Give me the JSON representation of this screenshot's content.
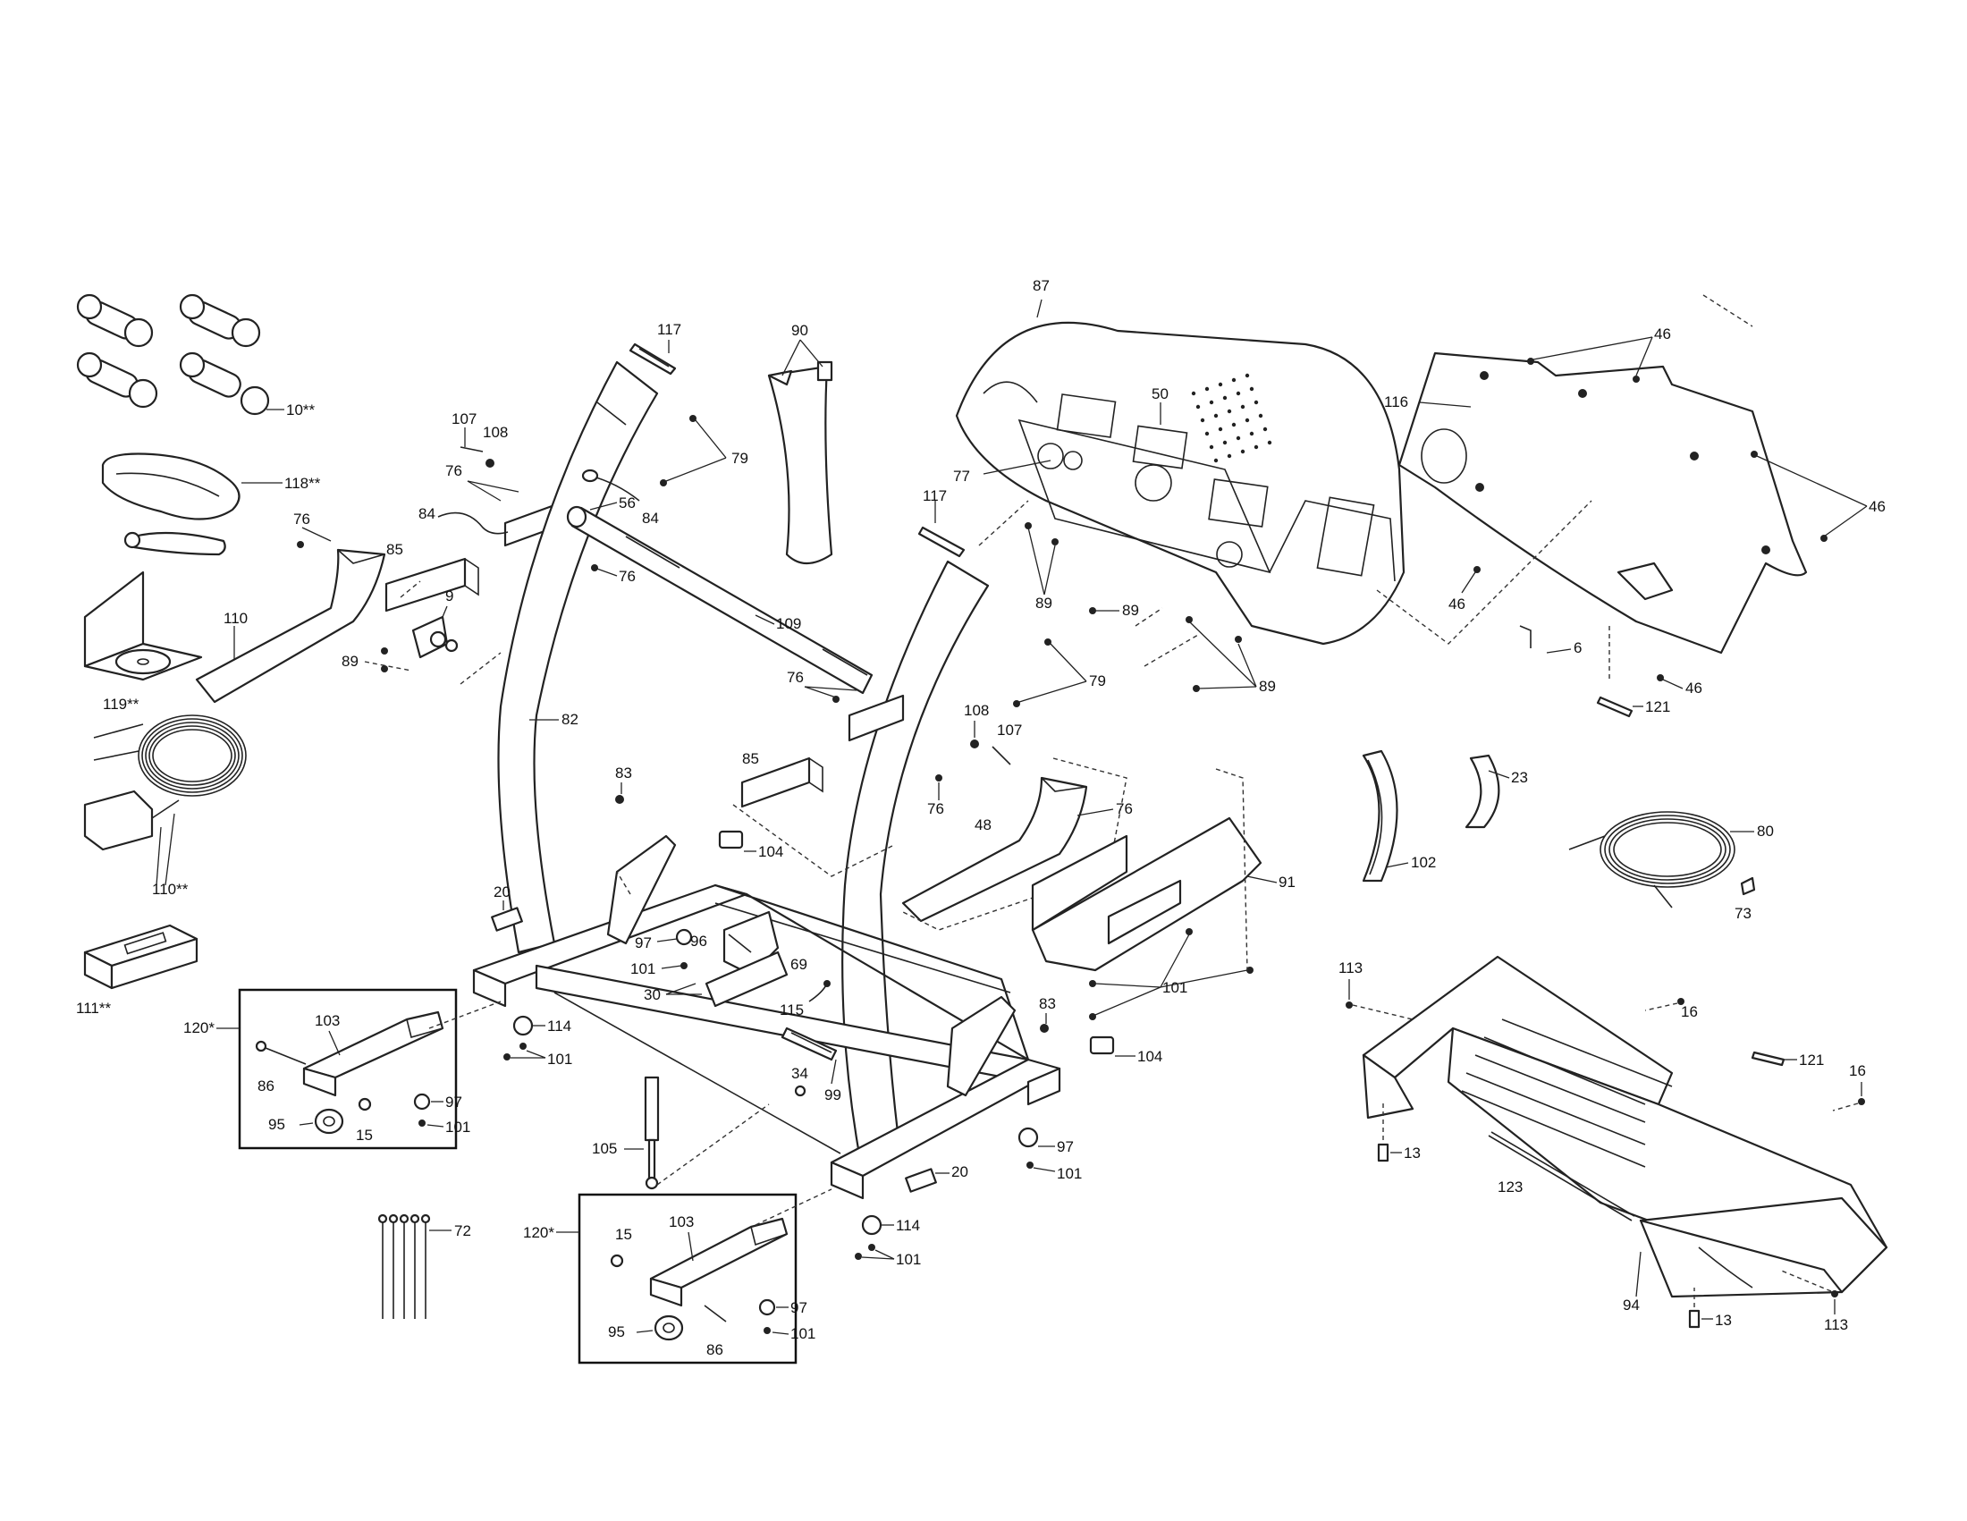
{
  "callouts": {
    "c87": "87",
    "c90": "90",
    "c117a": "117",
    "c117b": "117",
    "c107a": "107",
    "c108a": "108",
    "c79a": "79",
    "c79b": "79",
    "c50": "50",
    "c77": "77",
    "c116": "116",
    "c46a": "46",
    "c46b": "46",
    "c46c": "46",
    "c46d": "46",
    "c10": "10**",
    "c118": "118**",
    "c76a": "76",
    "c76b": "76",
    "c76c": "76",
    "c76d": "76",
    "c76e": "76",
    "c84a": "84",
    "c84b": "84",
    "c56": "56",
    "c85a": "85",
    "c85b": "85",
    "c9": "9",
    "c110a": "110",
    "c119": "119**",
    "c89a": "89",
    "c89b": "89",
    "c89c": "89",
    "c89d": "89",
    "c82": "82",
    "c109": "109",
    "c6": "6",
    "c121a": "121",
    "c121b": "121",
    "c108b": "108",
    "c107b": "107",
    "c83a": "83",
    "c83b": "83",
    "c23": "23",
    "c80": "80",
    "c102": "102",
    "c73": "73",
    "c48": "48",
    "c91": "91",
    "c104a": "104",
    "c104b": "104",
    "c110b": "110**",
    "c20a": "20",
    "c20b": "20",
    "c97a": "97",
    "c97b": "97",
    "c97c": "97",
    "c97d": "97",
    "c96": "96",
    "c69": "69",
    "c101a": "101",
    "c101b": "101",
    "c101c": "101",
    "c101d": "101",
    "c101e": "101",
    "c101f": "101",
    "c101g": "101",
    "c111": "111**",
    "c30": "30",
    "c115": "115",
    "c114a": "114",
    "c114b": "114",
    "c113a": "113",
    "c113b": "113",
    "c16a": "16",
    "c16b": "16",
    "c120a": "120*",
    "c120b": "120*",
    "c103a": "103",
    "c103b": "103",
    "c86a": "86",
    "c86b": "86",
    "c95a": "95",
    "c95b": "95",
    "c15a": "15",
    "c15b": "15",
    "c34": "34",
    "c99": "99",
    "c105": "105",
    "c72": "72",
    "c13a": "13",
    "c13b": "13",
    "c123": "123",
    "c94": "94"
  }
}
